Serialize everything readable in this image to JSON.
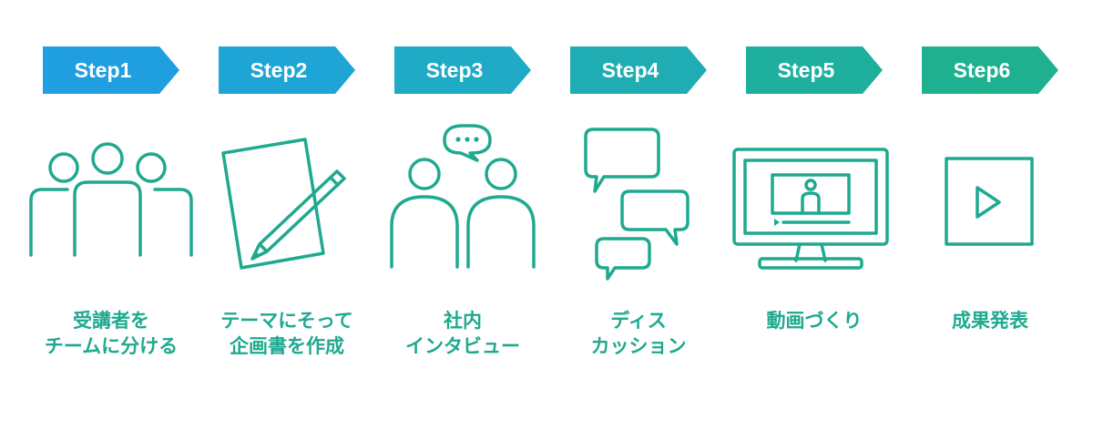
{
  "steps": [
    {
      "label": "Step1",
      "color": "#1f9fe0",
      "icon": "team-icon",
      "caption_lines": [
        "受講者を",
        "チームに分ける"
      ]
    },
    {
      "label": "Step2",
      "color": "#1ea5d6",
      "icon": "document-pencil-icon",
      "caption_lines": [
        "テーマにそって",
        "企画書を作成"
      ]
    },
    {
      "label": "Step3",
      "color": "#1faac5",
      "icon": "interview-icon",
      "caption_lines": [
        "社内",
        "インタビュー"
      ]
    },
    {
      "label": "Step4",
      "color": "#1fadb3",
      "icon": "speech-bubbles-icon",
      "caption_lines": [
        "ディス",
        "カッション"
      ]
    },
    {
      "label": "Step5",
      "color": "#1faf9f",
      "icon": "video-monitor-icon",
      "caption_lines": [
        "動画づくり"
      ]
    },
    {
      "label": "Step6",
      "color": "#1fb090",
      "icon": "play-button-icon",
      "caption_lines": [
        "成果発表"
      ]
    }
  ]
}
